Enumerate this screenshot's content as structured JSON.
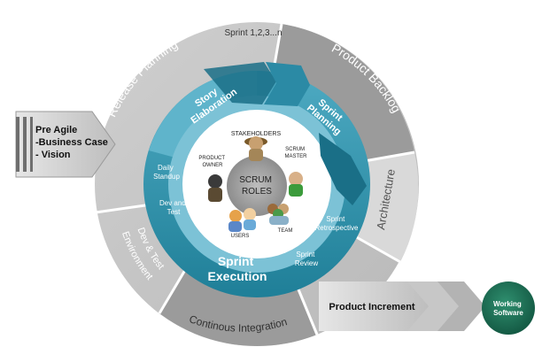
{
  "outer_ring": {
    "release_planning": "Release Planning",
    "product_backlog": "Product Backlog",
    "architecture": "Architecture",
    "dev_test_env_line1": "Dev & Test",
    "dev_test_env_line2": "Environment",
    "continuous_integration": "Continous Integration",
    "sprint_iterations": "Sprint 1,2,3...n"
  },
  "middle_ring": {
    "story_elaboration_line1": "Story",
    "story_elaboration_line2": "Elaboration",
    "sprint_planning_line1": "Sprint",
    "sprint_planning_line2": "Planning",
    "daily_standup_line1": "Daily",
    "daily_standup_line2": "Standup",
    "dev_and_test_line1": "Dev and",
    "dev_and_test_line2": "Test",
    "sprint_retrospective_line1": "Sprint",
    "sprint_retrospective_line2": "Retrospective",
    "sprint_review_line1": "Sprint",
    "sprint_review_line2": "Review",
    "sprint_execution_line1": "Sprint",
    "sprint_execution_line2": "Execution"
  },
  "center": {
    "title_line1": "SCRUM",
    "title_line2": "ROLES",
    "stakeholders": "STAKEHOLDERS",
    "product_owner_line1": "PRODUCT",
    "product_owner_line2": "OWNER",
    "scrum_master_line1": "SCRUM",
    "scrum_master_line2": "MASTER",
    "users": "USERS",
    "team": "TEAM"
  },
  "input_box": {
    "line1": "Pre Agile",
    "line2": "-Business Case",
    "line3": "- Vision"
  },
  "output": {
    "product_increment": "Product Increment",
    "working_software_line1": "Working",
    "working_software_line2": "Software"
  },
  "colors": {
    "outer_light": "#d6d6d6",
    "outer_dark": "#9e9e9e",
    "teal_dark": "#1f7f98",
    "teal_mid": "#3b9cb6",
    "teal_light": "#8ac8da",
    "working_software": "#1c6f55"
  }
}
